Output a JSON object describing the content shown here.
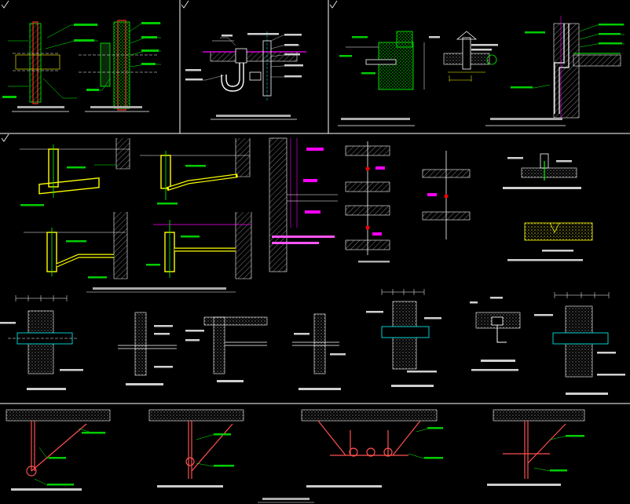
{
  "drawing": {
    "type": "CAD construction detail sheet",
    "background": "#000000",
    "layer_colors": {
      "frame": "#ffffff",
      "concrete": "#00ff00",
      "pipe": "#ffff00",
      "leader_text": "#00ff00",
      "dimension": "#ffffff",
      "section_line": "#ff00ff",
      "steel_support": "#ff5050",
      "marker": "#ff0000",
      "accent": "#00ffff",
      "hatch": "#ffff66"
    },
    "panels": [
      {
        "id": "panel-1-wall-penetration-sleeve"
      },
      {
        "id": "panel-2-floor-drain-trap"
      },
      {
        "id": "panel-3-roof-and-wall-penetrations"
      },
      {
        "id": "panel-4-drain-pipe-layouts"
      },
      {
        "id": "panel-5-pipe-sleeve-details"
      },
      {
        "id": "panel-6-support-hanger-details"
      }
    ],
    "icons": [
      "corner-check-mark",
      "section-marker"
    ]
  }
}
